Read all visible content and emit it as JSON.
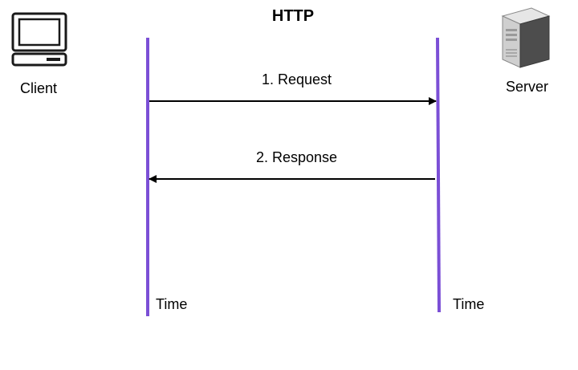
{
  "title": "HTTP",
  "actors": {
    "client": {
      "label": "Client",
      "icon": "desktop-computer-icon"
    },
    "server": {
      "label": "Server",
      "icon": "server-tower-icon"
    }
  },
  "messages": [
    {
      "label": "1. Request",
      "from": "client",
      "to": "server"
    },
    {
      "label": "2. Response",
      "from": "server",
      "to": "client"
    }
  ],
  "timelines": {
    "client_label": "Time",
    "server_label": "Time"
  },
  "colors": {
    "lifeline": "#7b4fd6",
    "arrow": "#000000",
    "icon_stroke": "#1a1a1a",
    "server_light": "#d9d9d9",
    "server_dark": "#4d4d4d"
  }
}
